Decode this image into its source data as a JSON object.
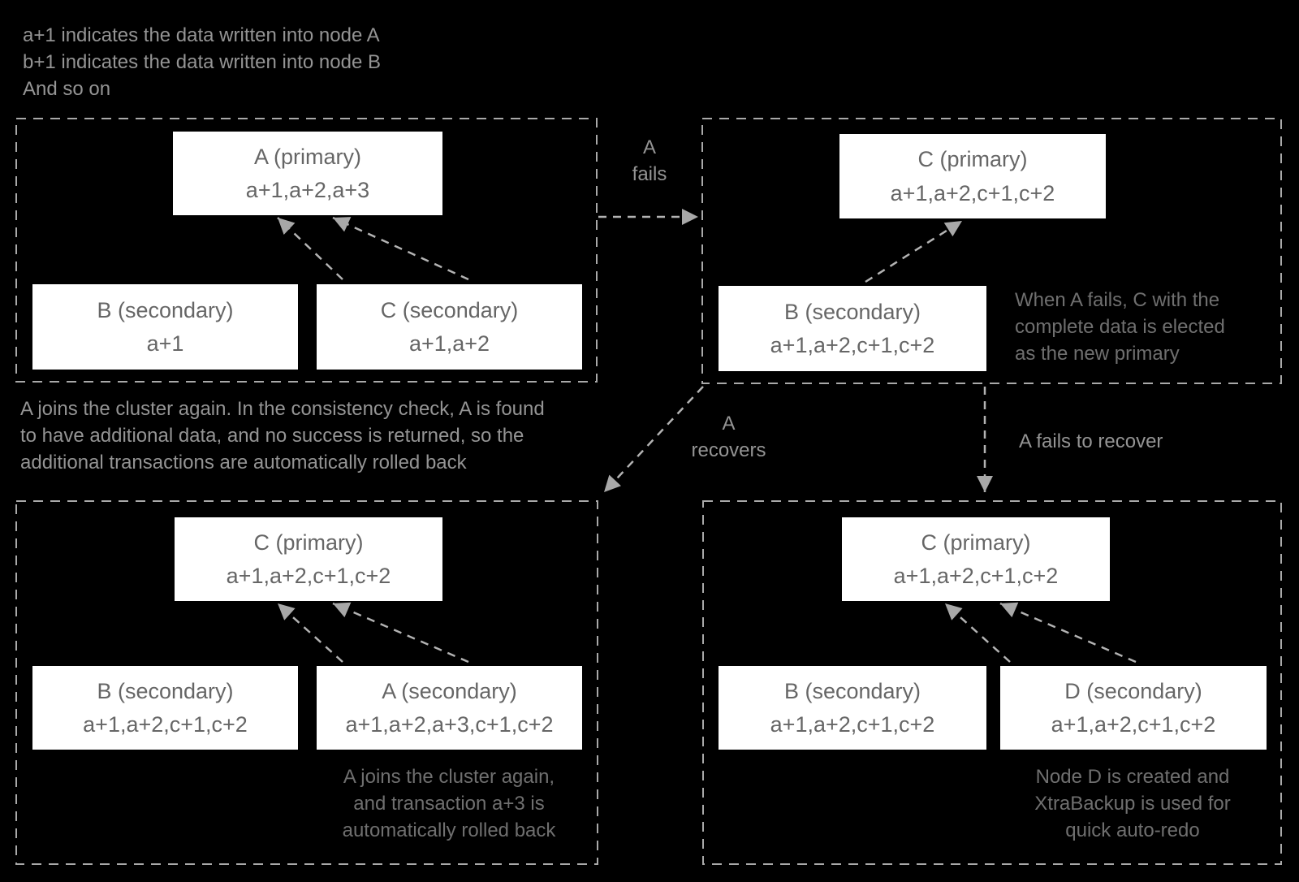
{
  "colors": {
    "background": "#000000",
    "panel_border": "#a9a9a9",
    "node_box_bg": "#ffffff",
    "node_text": "#666666",
    "outside_text": "#949494",
    "inside_note_text": "#6f6f6f",
    "arrow_line": "#b3b3b3",
    "arrow_head": "#a8a8a8"
  },
  "legend": {
    "text": "a+1 indicates the data written into node A\nb+1 indicates the data written into node B\nAnd so on"
  },
  "panel1": {
    "primary": {
      "title": "A (primary)",
      "data": "a+1,a+2,a+3"
    },
    "left": {
      "title": "B (secondary)",
      "data": "a+1"
    },
    "right": {
      "title": "C (secondary)",
      "data": "a+1,a+2"
    }
  },
  "panel2": {
    "primary": {
      "title": "C (primary)",
      "data": "a+1,a+2,c+1,c+2"
    },
    "left": {
      "title": "B (secondary)",
      "data": "a+1,a+2,c+1,c+2"
    },
    "annotation": "When A fails, C with the\ncomplete data is elected\nas the new primary"
  },
  "panel3": {
    "primary": {
      "title": "C (primary)",
      "data": "a+1,a+2,c+1,c+2"
    },
    "left": {
      "title": "B (secondary)",
      "data": "a+1,a+2,c+1,c+2"
    },
    "right": {
      "title": "A (secondary)",
      "data": "a+1,a+2,a+3,c+1,c+2"
    },
    "annotation": "A joins the cluster again,\nand transaction a+3 is\nautomatically rolled back"
  },
  "panel4": {
    "primary": {
      "title": "C (primary)",
      "data": "a+1,a+2,c+1,c+2"
    },
    "left": {
      "title": "B (secondary)",
      "data": "a+1,a+2,c+1,c+2"
    },
    "right": {
      "title": "D (secondary)",
      "data": "a+1,a+2,c+1,c+2"
    },
    "annotation": "Node D is created and\nXtraBackup is used for\nquick auto-redo"
  },
  "transitions": {
    "fails": "A\nfails",
    "recovers": "A\nrecovers",
    "fails_to_recover": "A fails to recover",
    "rejoin_note": "A joins the cluster again. In the consistency check, A is found\nto have additional data, and no success is returned, so the\nadditional transactions are automatically rolled back"
  }
}
